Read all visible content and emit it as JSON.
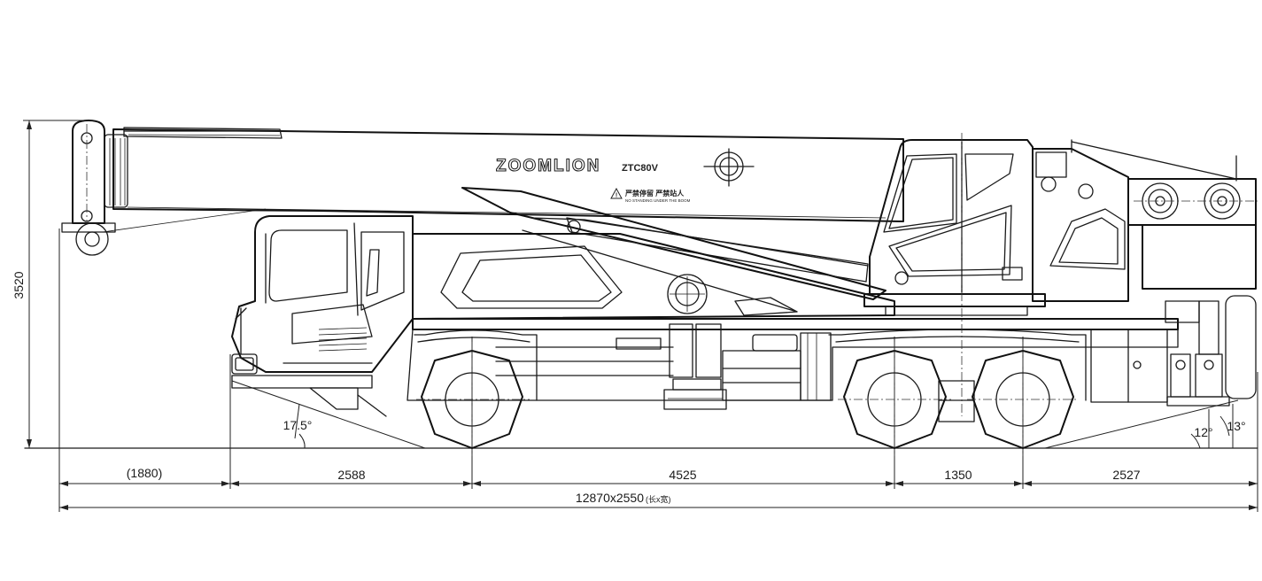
{
  "drawing": {
    "brand": "ZOOMLION",
    "model": "ZTC80V",
    "warning_label": "严禁停留 严禁站人",
    "warning_sub": "NO STANDING UNDER THE BOOM"
  },
  "dimensions": {
    "height": "3520",
    "approach_angle": "17.5°",
    "departure_angle_1": "12°",
    "departure_angle_2": "13°",
    "front_overhang": "(1880)",
    "seg_1": "2588",
    "seg_2": "4525",
    "seg_3": "1350",
    "seg_4": "2527",
    "overall": "12870x2550",
    "overall_suffix": "(长x宽)"
  },
  "colors": {
    "line": "#1a1a1a",
    "background": "#ffffff"
  }
}
